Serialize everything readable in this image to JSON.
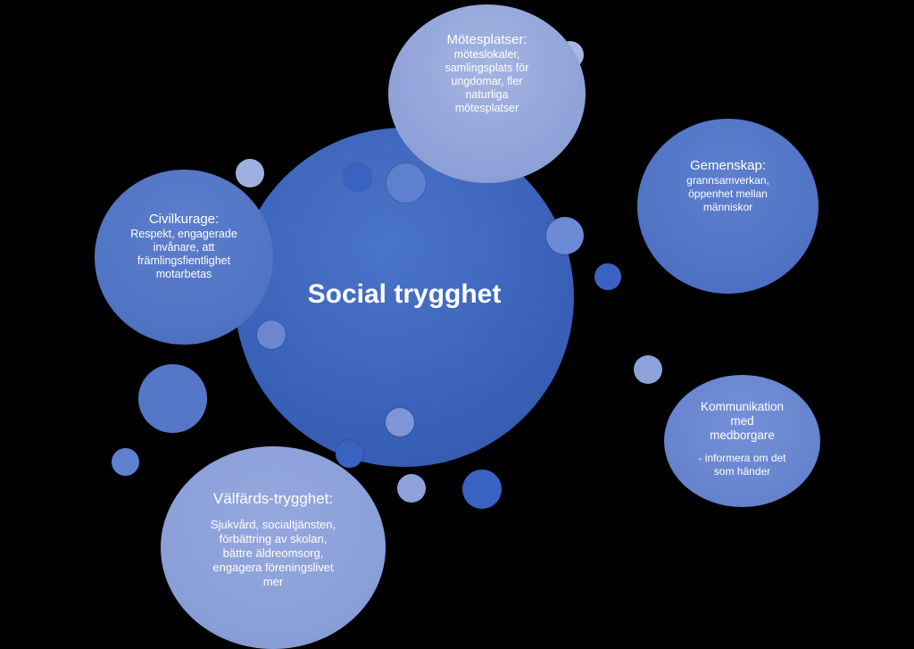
{
  "colors": {
    "background": "#000000",
    "center": "#3b63bb",
    "dot_dark": "#3a62c2",
    "dot_mid": "#5f7fcf",
    "dot_light": "#9eb0e0",
    "text": "#ffffff"
  },
  "center": {
    "title": "Social trygghet"
  },
  "nodes": {
    "motesplatser": {
      "title": "Mötesplatser:",
      "lines": [
        "möteslokaler,",
        "samlingsplats för",
        "ungdomar, fler",
        "naturliga",
        "mötesplatser"
      ]
    },
    "gemenskap": {
      "title": "Gemenskap:",
      "lines": [
        "grannsamverkan,",
        "öppenhet mellan",
        "människor"
      ]
    },
    "civilkurage": {
      "title": "Civilkurage:",
      "lines": [
        "Respekt, engagerade",
        "invånare, att",
        "främlingsfientlighet",
        "motarbetas"
      ]
    },
    "kommunikation": {
      "title_lines": [
        "Kommunikation",
        "med",
        "medborgare"
      ],
      "lines": [
        "- informera om det",
        "som händer"
      ]
    },
    "valfard": {
      "title": "Välfärds-trygghet:",
      "lines": [
        "Sjukvård, socialtjänsten,",
        "förbättring av skolan,",
        "bättre äldreomsorg,",
        "engagera föreningslivet",
        "mer"
      ]
    }
  }
}
